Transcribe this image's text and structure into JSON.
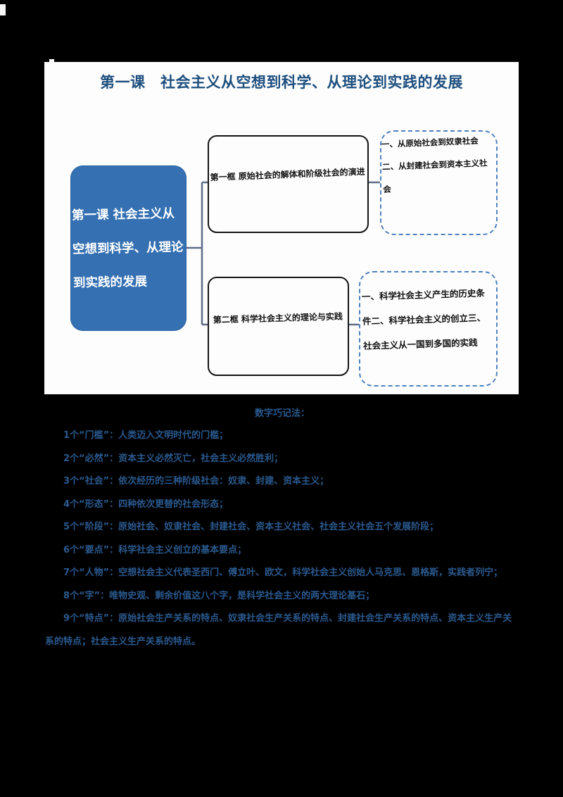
{
  "title": "第一课　社会主义从空想到科学、从理论到实践的发展",
  "diagram": {
    "root_label": "第一课 社会主义从空想到科学、从理论到实践的发展",
    "frame1_label": "第一框 原始社会的解体和阶级社会的演进",
    "frame1_points": "一、从原始社会到奴隶社会二、从封建社会到资本主义社会",
    "frame2_label": "第二框 科学社会主义的理论与实践",
    "frame2_points": "一、科学社会主义产生的历史条件二、科学社会主义的创立三、社会主义从一国到多国的实践"
  },
  "notes": {
    "heading": "数字巧记法：",
    "items": [
      "1个“门槛”：人类迈入文明时代的门槛；",
      "2个“必然”：资本主义必然灭亡，社会主义必然胜利；",
      "3个“社会”：依次经历的三种阶级社会：奴隶、封建、资本主义；",
      "4个“形态”：四种依次更替的社会形态；",
      "5个“阶段”：原始社会、奴隶社会、封建社会、资本主义社会、社会主义社会五个发展阶段；",
      "6个“要点”：科学社会主义创立的基本要点；",
      "7个“人物”：空想社会主义代表圣西门、傅立叶、欧文，科学社会主义创始人马克思、恩格斯，实践者列宁；",
      "8个“字”：唯物史观、剩余价值这八个字，是科学社会主义的两大理论基石；",
      "9个“特点”：原始社会生产关系的特点、奴隶社会生产关系的特点、封建社会生产关系的特点、资本主义生产关系的特点；社会主义生产关系的特点。"
    ]
  },
  "colors": {
    "page_background": "#000000",
    "panel_background": "#fdfdfd",
    "title_blue": "#1d4e7e",
    "root_node_fill": "#3470b2",
    "dashed_border_blue": "#4f81bd",
    "solid_border": "#141414",
    "connector_gray_blue": "#5f6d87",
    "notes_text_blue": "#2a598e"
  }
}
